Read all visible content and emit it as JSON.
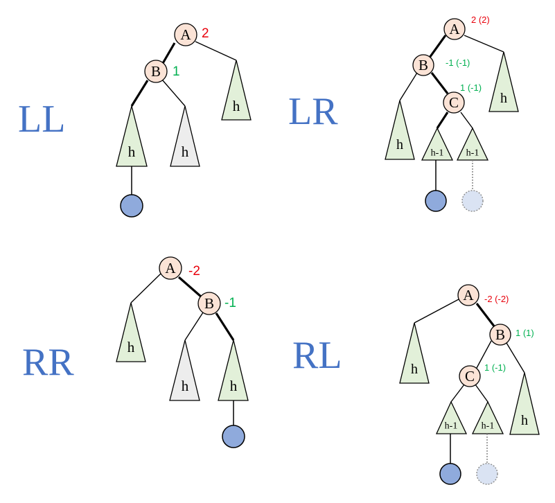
{
  "colors": {
    "case_label": "#4472C4",
    "node_fill": "#FBE3D6",
    "subtree_fill": "#E2F0D9",
    "subtree_fill_gray": "#EDEDED",
    "leaf_fill": "#8FAADC",
    "leaf_ghost_fill": "#DAE3F3",
    "balance_red": "#E8000B",
    "balance_green": "#00B050"
  },
  "cases": [
    {
      "label": "LL",
      "nodes": [
        {
          "id": "A",
          "label": "A",
          "balance": "2",
          "balance_color": "red"
        },
        {
          "id": "B",
          "label": "B",
          "balance": "1",
          "balance_color": "green"
        }
      ],
      "subtrees": [
        {
          "label": "h",
          "fill": "green"
        },
        {
          "label": "h",
          "fill": "gray"
        },
        {
          "label": "h",
          "fill": "green"
        }
      ]
    },
    {
      "label": "LR",
      "nodes": [
        {
          "id": "A",
          "label": "A",
          "balance": "2 (2)",
          "balance_color": "red"
        },
        {
          "id": "B",
          "label": "B",
          "balance": "-1 (-1)",
          "balance_color": "green"
        },
        {
          "id": "C",
          "label": "C",
          "balance": "1 (-1)",
          "balance_color": "green"
        }
      ],
      "subtrees": [
        {
          "label": "h",
          "fill": "green"
        },
        {
          "label": "h-1",
          "fill": "green"
        },
        {
          "label": "h-1",
          "fill": "green"
        },
        {
          "label": "h",
          "fill": "green"
        }
      ]
    },
    {
      "label": "RR",
      "nodes": [
        {
          "id": "A",
          "label": "A",
          "balance": "-2",
          "balance_color": "red"
        },
        {
          "id": "B",
          "label": "B",
          "balance": "-1",
          "balance_color": "green"
        }
      ],
      "subtrees": [
        {
          "label": "h",
          "fill": "green"
        },
        {
          "label": "h",
          "fill": "gray"
        },
        {
          "label": "h",
          "fill": "green"
        }
      ]
    },
    {
      "label": "RL",
      "nodes": [
        {
          "id": "A",
          "label": "A",
          "balance": "-2 (-2)",
          "balance_color": "red"
        },
        {
          "id": "B",
          "label": "B",
          "balance": "1 (1)",
          "balance_color": "green"
        },
        {
          "id": "C",
          "label": "C",
          "balance": "1 (-1)",
          "balance_color": "green"
        }
      ],
      "subtrees": [
        {
          "label": "h",
          "fill": "green"
        },
        {
          "label": "h-1",
          "fill": "green"
        },
        {
          "label": "h-1",
          "fill": "green"
        },
        {
          "label": "h",
          "fill": "green"
        }
      ]
    }
  ]
}
